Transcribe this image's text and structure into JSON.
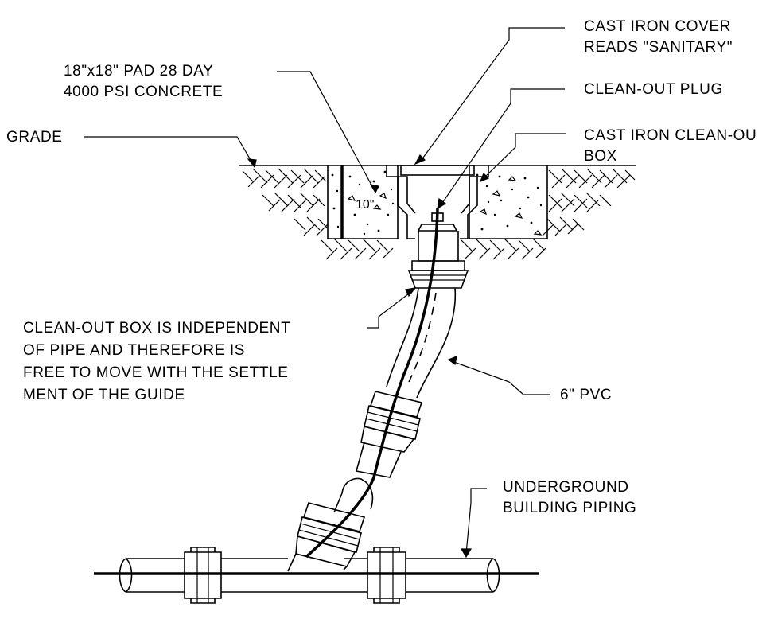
{
  "labels": {
    "cover_line1": "CAST IRON COVER",
    "cover_line2": "READS \"SANITARY\"",
    "pad_line1": "18\"x18\" PAD 28 DAY",
    "pad_line2": "4000 PSI CONCRETE",
    "plug": "CLEAN-OUT PLUG",
    "grade": "GRADE",
    "box_line1": "CAST IRON CLEAN-OU",
    "box_line2": "BOX",
    "dimension": "10\"",
    "note_line1": "CLEAN-OUT BOX IS INDEPENDENT",
    "note_line2": "OF PIPE AND THEREFORE IS",
    "note_line3": "FREE TO MOVE WITH THE SETTLE",
    "note_line4": "MENT OF THE GUIDE",
    "pvc": "6\" PVC",
    "underground_line1": "UNDERGROUND",
    "underground_line2": "BUILDING PIPING"
  }
}
